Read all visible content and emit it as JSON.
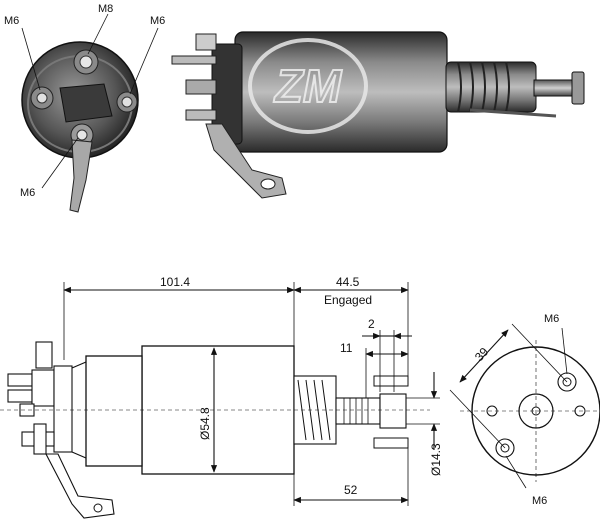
{
  "photo": {
    "watermark": "ZM",
    "end_view_callouts": {
      "top_left": "M6",
      "top_center": "M8",
      "top_right": "M6",
      "bottom_left": "M6"
    }
  },
  "drawing": {
    "dimensions": {
      "overall_length": "101.4",
      "engaged_length": "44.5",
      "engaged_label": "Engaged",
      "gap_small": "2",
      "gap_plunger": "11",
      "body_diameter": "Ø54.8",
      "plunger_diameter": "Ø14.3",
      "nose_length": "52",
      "bolt_spacing": "39"
    },
    "end_view_callouts": {
      "top": "M6",
      "bottom": "M6"
    }
  }
}
